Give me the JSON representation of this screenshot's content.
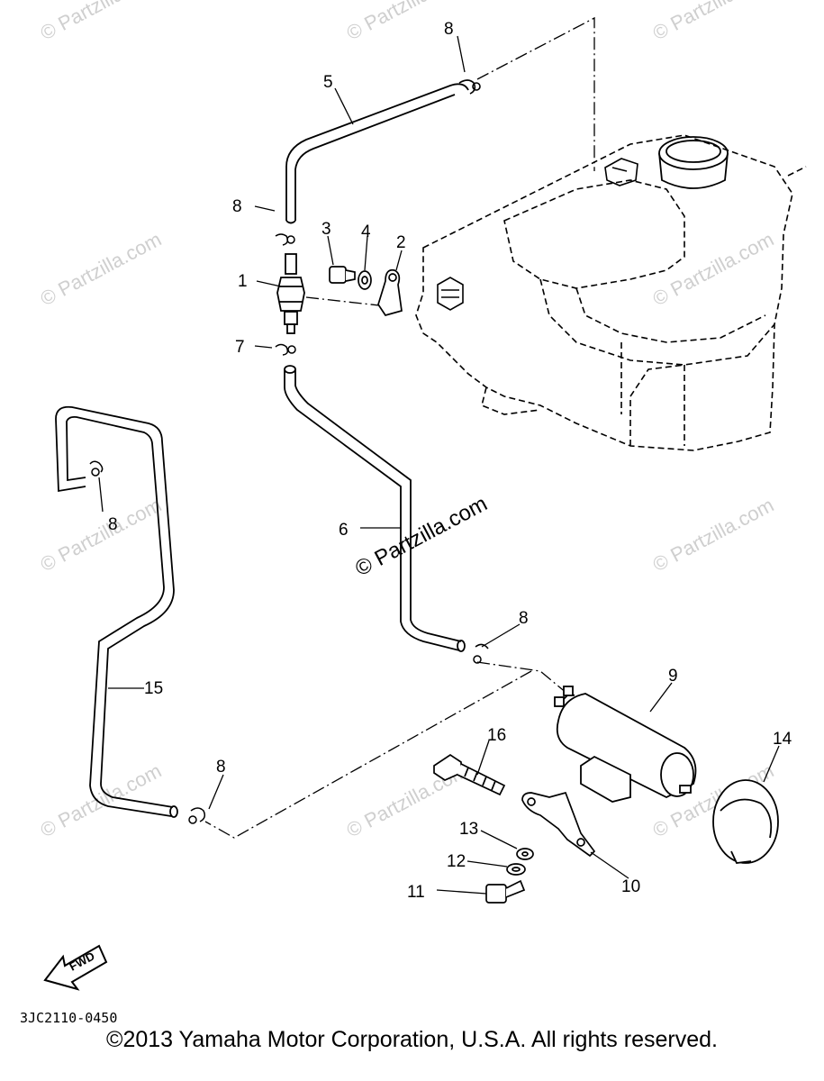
{
  "diagram_code": "3JC2110-0450",
  "fwd_label": "FWD",
  "copyright": "©2013  Yamaha Motor Corporation, U.S.A. All rights reserved.",
  "watermark": "© Partzilla.com",
  "callouts": {
    "p1": "1",
    "p2": "2",
    "p3": "3",
    "p4": "4",
    "p5": "5",
    "p6": "6",
    "p7": "7",
    "p8a": "8",
    "p8b": "8",
    "p8c": "8",
    "p8d": "8",
    "p8e": "8",
    "p9": "9",
    "p10": "10",
    "p11": "11",
    "p12": "12",
    "p13": "13",
    "p14": "14",
    "p15": "15",
    "p16": "16"
  }
}
